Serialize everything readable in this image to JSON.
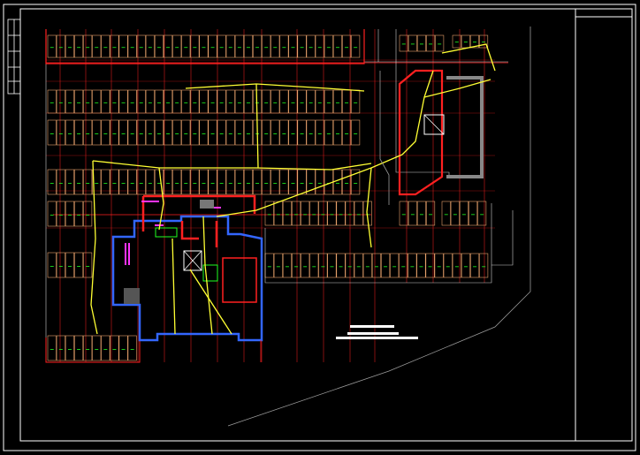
{
  "drawing": {
    "background": "#000000",
    "colors": {
      "frame": "#ffffff",
      "column_line": "#ff2020",
      "parking_bay": "#e6a06a",
      "bay_marker": "#20ff20",
      "cable_route": "#ffff33",
      "core_wall": "#3366ff",
      "equipment": "#ff33ff",
      "site_boundary": "#9a9a9a"
    },
    "title_block": {
      "label_1": "",
      "label_2": ""
    },
    "left_strip": {
      "cells": [
        "",
        "",
        "",
        "",
        ""
      ]
    },
    "room_labels": [
      {
        "id": "label-a",
        "text": ""
      },
      {
        "id": "label-b",
        "text": ""
      },
      {
        "id": "label-c",
        "text": ""
      }
    ],
    "legend_notes": [
      {
        "id": "note-1",
        "text": ""
      },
      {
        "id": "note-2",
        "text": ""
      },
      {
        "id": "note-3",
        "text": ""
      }
    ]
  }
}
